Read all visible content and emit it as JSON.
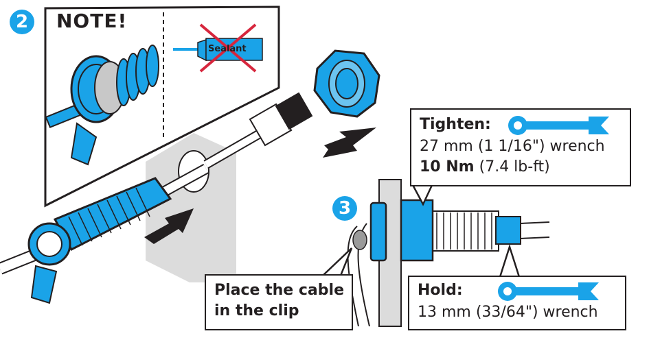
{
  "step2": {
    "number": "2",
    "note_title": "NOTE!",
    "sealant_label": "Sealant"
  },
  "step3": {
    "number": "3"
  },
  "tighten": {
    "title": "Tighten:",
    "wrench_size": "27 mm (1 1/16\") wrench",
    "torque_bold": "10 Nm",
    "torque_rest": " (7.4 lb-ft)"
  },
  "hold": {
    "title": "Hold:",
    "wrench_size": "13 mm (33/64\") wrench"
  },
  "place": {
    "line1": "Place the cable",
    "line2": "in the clip"
  },
  "colors": {
    "accent": "#1aa3e8",
    "dark": "#231f20",
    "grey": "#dcdcdc",
    "cross": "#d7263d"
  }
}
